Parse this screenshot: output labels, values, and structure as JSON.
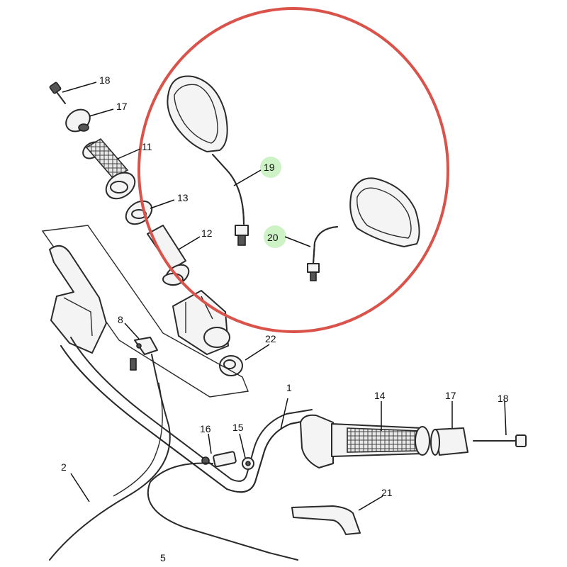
{
  "callouts": {
    "p18a": "18",
    "p17a": "17",
    "p11": "11",
    "p13": "13",
    "p12": "12",
    "p19": "19",
    "p20": "20",
    "p8": "8",
    "p22": "22",
    "p1": "1",
    "p14": "14",
    "p17b": "17",
    "p18b": "18",
    "p16": "16",
    "p15": "15",
    "p2": "2",
    "p21": "21",
    "p5": "5"
  },
  "colors": {
    "highlight_circle": "#d9534a",
    "callout_highlight": "#c9f1c3"
  }
}
